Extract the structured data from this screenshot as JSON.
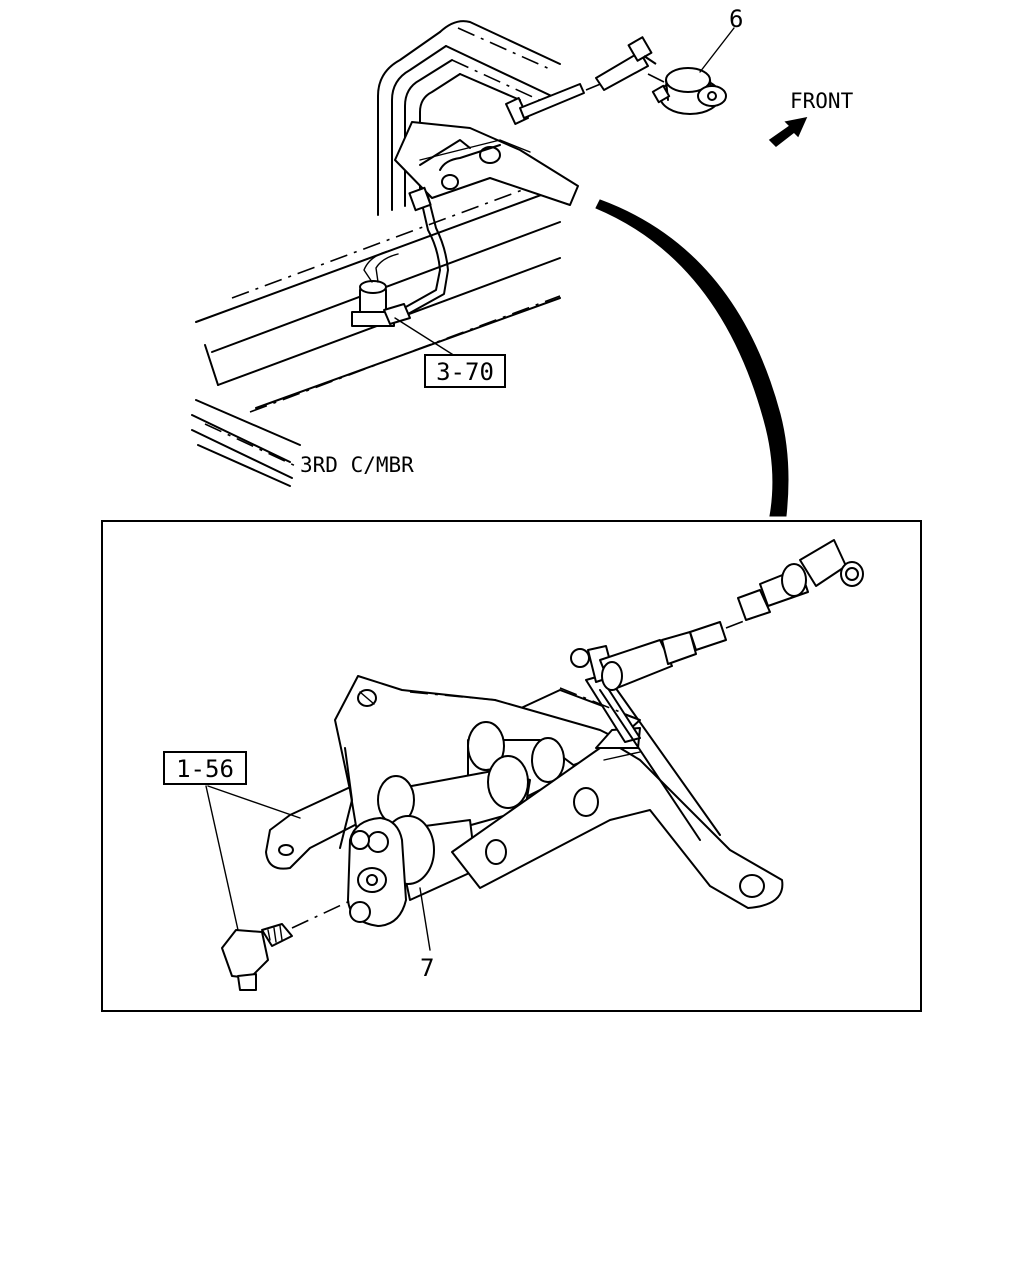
{
  "diagram": {
    "labels": {
      "front": "FRONT",
      "crossmember": "3RD C/MBR",
      "part_6": "6",
      "part_7": "7",
      "ref_3_70": "3-70",
      "ref_1_56": "1-56"
    }
  }
}
